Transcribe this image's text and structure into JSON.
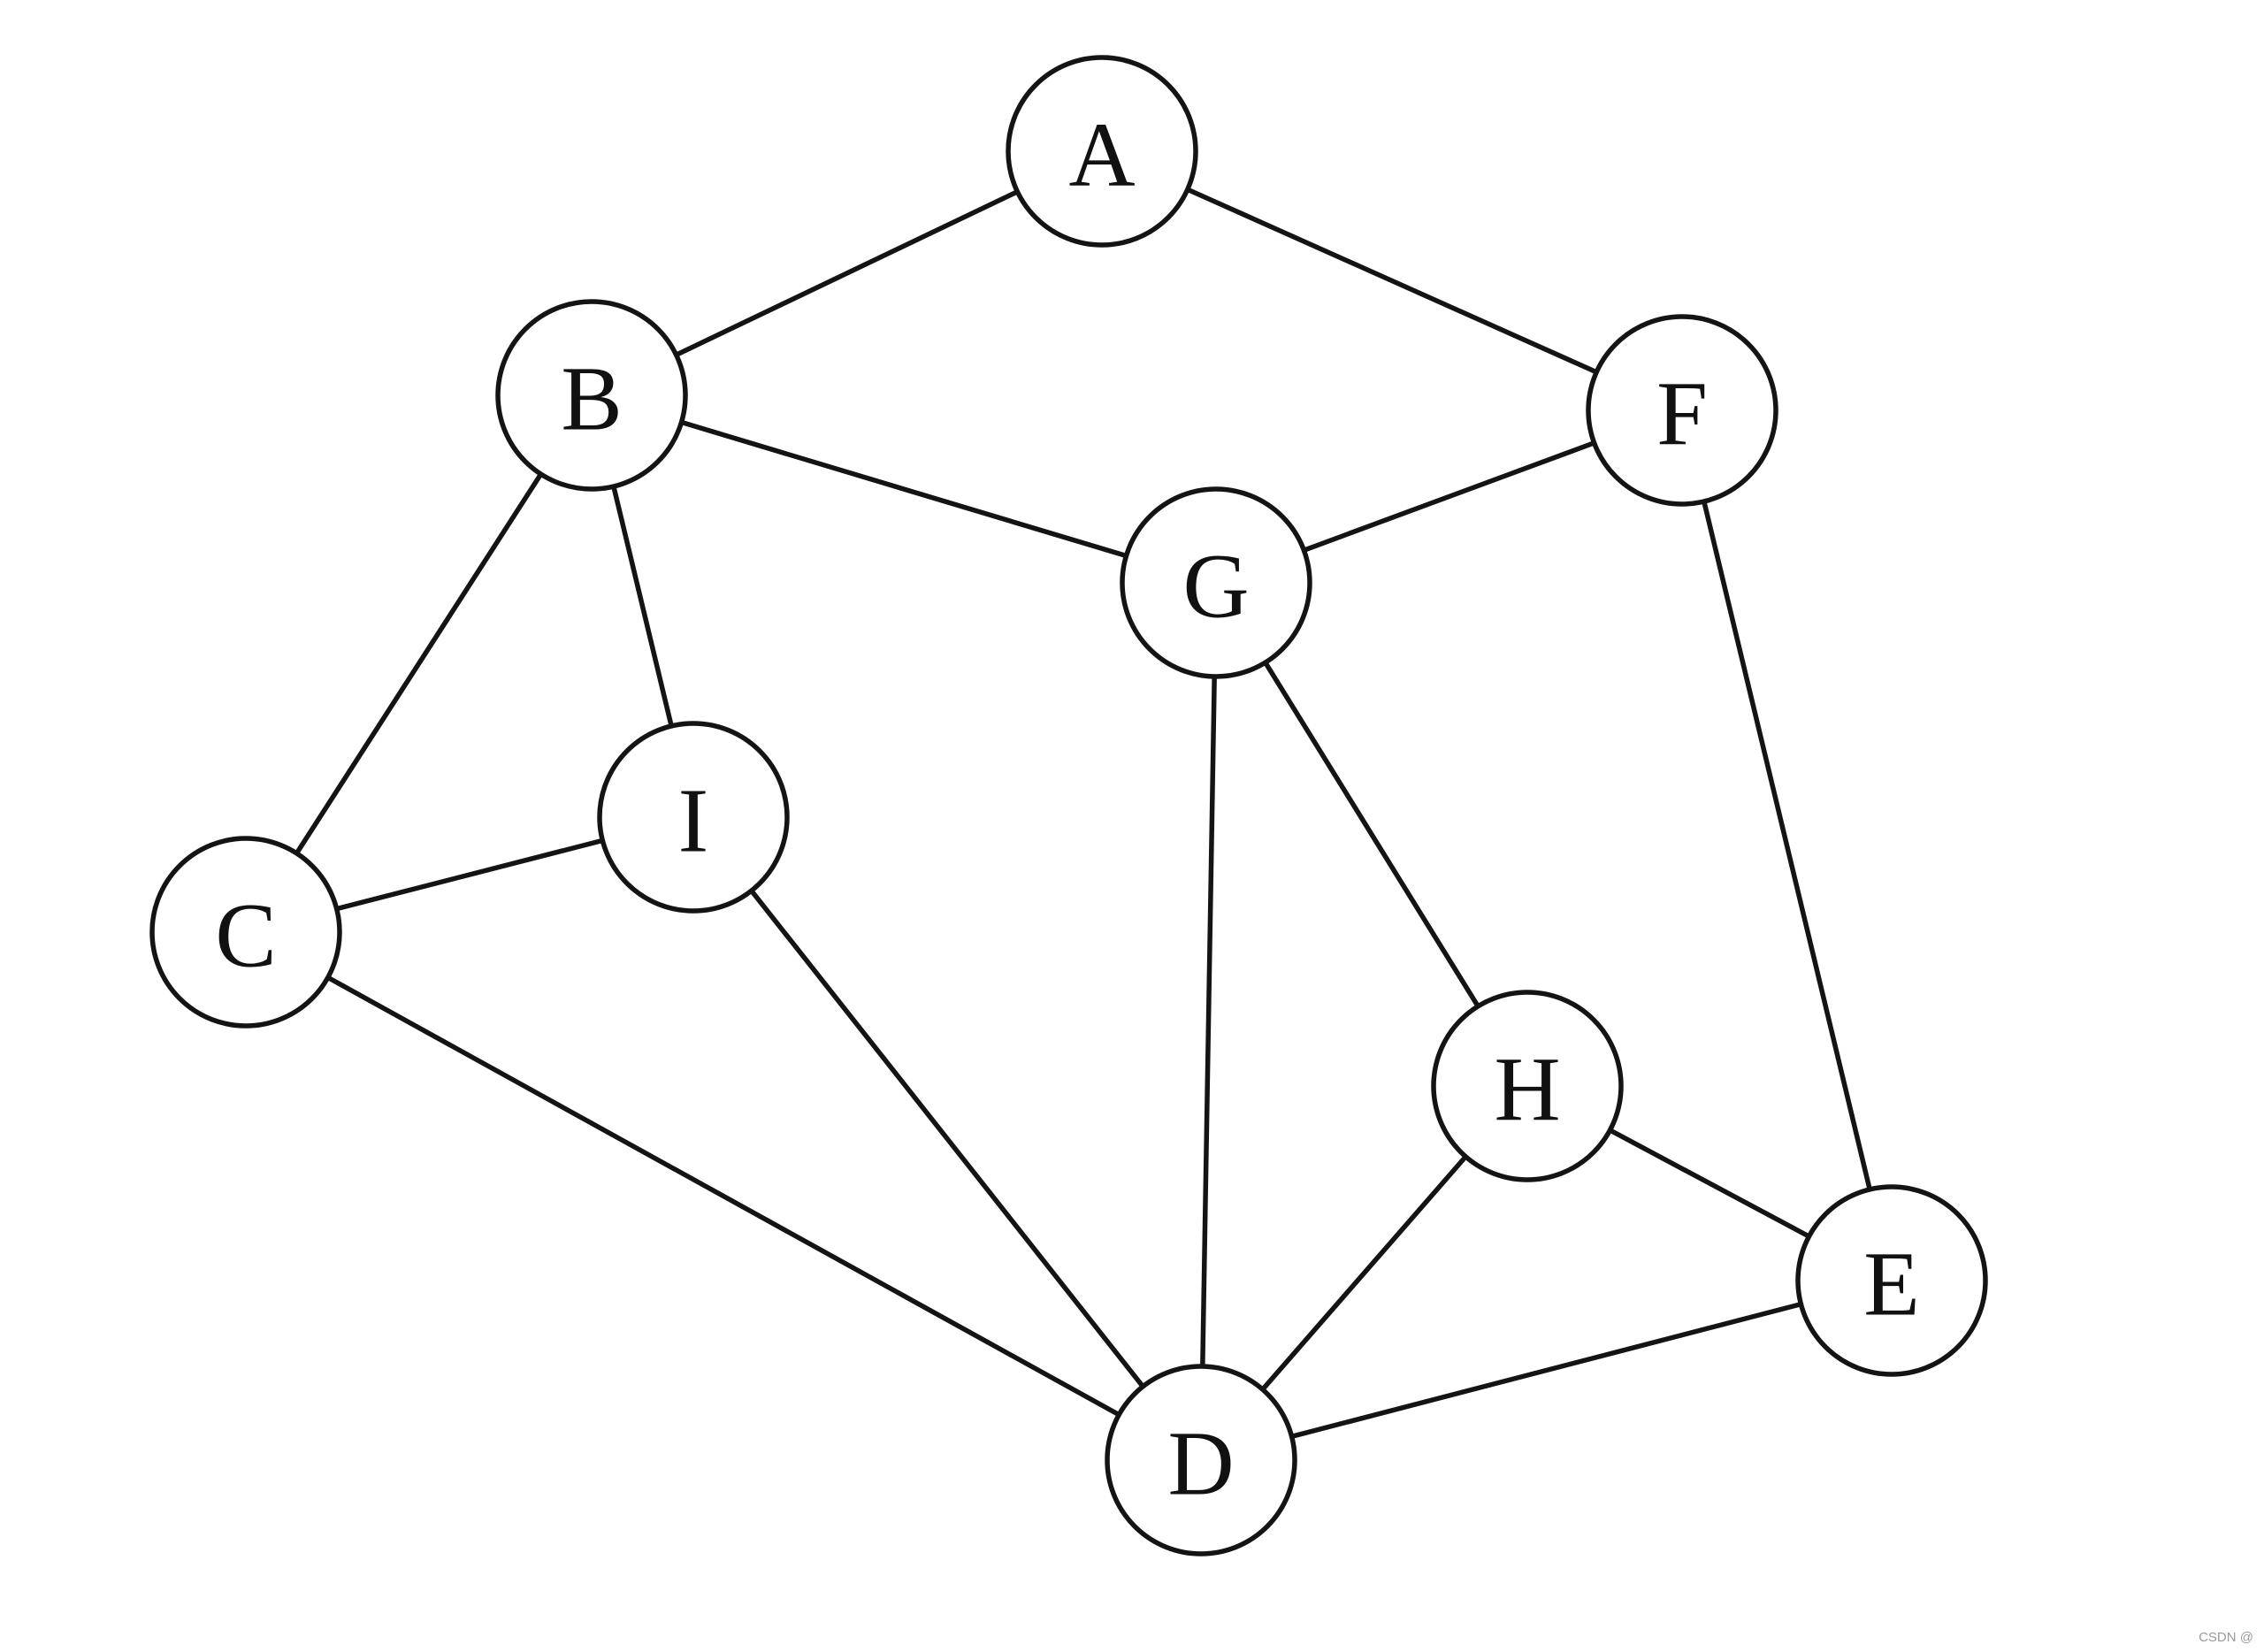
{
  "nodes": [
    {
      "label": "A"
    },
    {
      "label": "B"
    },
    {
      "label": "C"
    },
    {
      "label": "D"
    },
    {
      "label": "E"
    },
    {
      "label": "F"
    },
    {
      "label": "G"
    },
    {
      "label": "H"
    },
    {
      "label": "I"
    }
  ],
  "edges": [
    [
      0,
      1
    ],
    [
      0,
      5
    ],
    [
      1,
      6
    ],
    [
      6,
      5
    ],
    [
      1,
      2
    ],
    [
      1,
      8
    ],
    [
      2,
      8
    ],
    [
      2,
      3
    ],
    [
      8,
      3
    ],
    [
      6,
      3
    ],
    [
      6,
      7
    ],
    [
      7,
      4
    ],
    [
      7,
      3
    ],
    [
      3,
      4
    ],
    [
      5,
      4
    ]
  ],
  "watermark": "CSDN @",
  "colors": {
    "stroke": "#141414",
    "node_fill": "#ffffff",
    "background": "#ffffff"
  }
}
